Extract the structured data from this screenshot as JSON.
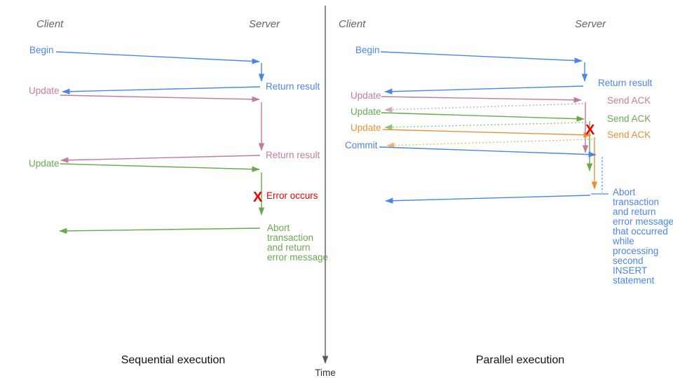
{
  "colors": {
    "blue": "#4a86e8",
    "light_blue": "#6d9eeb",
    "pink": "#c27ba0",
    "light_pink": "#d5a6bd",
    "green": "#6aa84f",
    "light_green": "#93c47d",
    "orange": "#e69138",
    "light_orange": "#f6b26b",
    "red": "#ee0000",
    "actor_gray": "#666666",
    "axis_gray": "#595959"
  },
  "time_axis": {
    "label": "Time"
  },
  "left": {
    "caption": "Sequential execution",
    "client": "Client",
    "server": "Server",
    "begin": "Begin",
    "return_result_1": "Return result",
    "update_1": "Update",
    "return_result_2": "Return result",
    "update_2": "Update",
    "error_mark": "X",
    "error_text": "Error occurs",
    "abort_lines": [
      "Abort",
      "transaction",
      "and return",
      "error message"
    ]
  },
  "right": {
    "caption": "Parallel execution",
    "client": "Client",
    "server": "Server",
    "begin": "Begin",
    "return_result": "Return result",
    "update_1": "Update",
    "send_ack_1": "Send ACK",
    "update_2": "Update",
    "send_ack_2": "Send ACK",
    "update_3": "Update",
    "send_ack_3": "Send ACK",
    "error_mark": "X",
    "commit": "Commit",
    "abort_lines": [
      "Abort",
      "transaction",
      "and return",
      "error message",
      "that occurred",
      "while",
      "processing",
      "second",
      "INSERT",
      "statement"
    ]
  }
}
